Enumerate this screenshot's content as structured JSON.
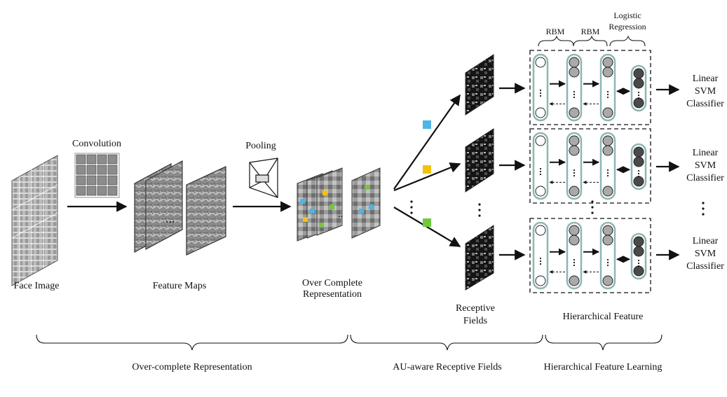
{
  "labels": {
    "face_image": "Face Image",
    "convolution": "Convolution",
    "feature_maps": "Feature Maps",
    "pooling": "Pooling",
    "over_complete_1": "Over Complete",
    "over_complete_2": "Representation",
    "receptive_1": "Receptive",
    "receptive_2": "Fields",
    "hierarchical_feature": "Hierarchical Feature",
    "rbm_1": "RBM",
    "rbm_2": "RBM",
    "logistic_1": "Logistic",
    "logistic_2": "Regression",
    "classifier_1_l1": "Linear",
    "classifier_1_l2": "SVM",
    "classifier_1_l3": "Classifier",
    "classifier_2_l1": "Linear",
    "classifier_2_l2": "SVM",
    "classifier_2_l3": "Classifier",
    "classifier_3_l1": "Linear",
    "classifier_3_l2": "SVM",
    "classifier_3_l3": "Classifier"
  },
  "sections": {
    "over_complete": "Over-complete Representation",
    "au_aware": "AU-aware Receptive Fields",
    "hier_learning": "Hierarchical Feature Learning"
  },
  "colors": {
    "marker_blue": "#4fb4e6",
    "marker_yellow": "#f2c20f",
    "marker_green": "#72c83c",
    "column_outline": "#8fb5b5",
    "node_gray": "#a9a9a9",
    "node_dark": "#4a4a4a"
  },
  "icons": {
    "face": "face-image-icon",
    "filters": "conv-filters-icon",
    "pooling": "pooling-pyramid-icon"
  }
}
